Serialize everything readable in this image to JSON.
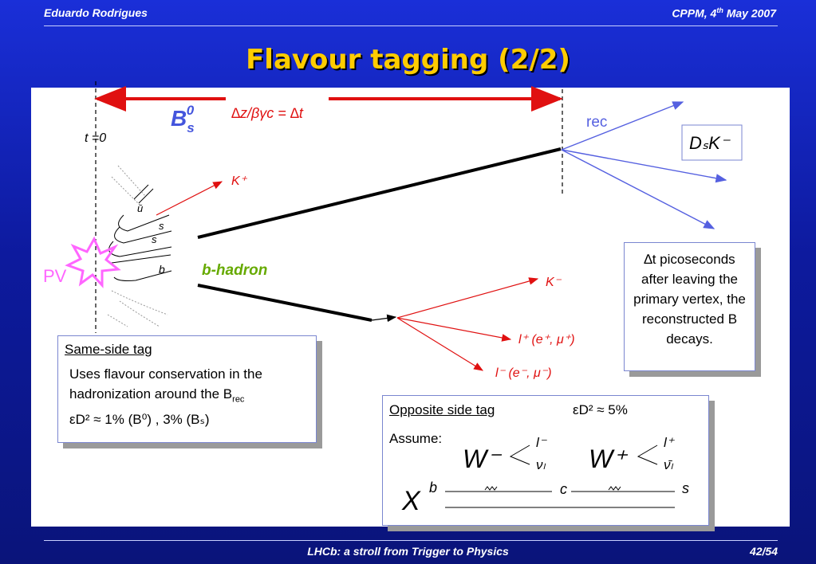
{
  "header": {
    "author": "Eduardo Rodrigues",
    "venue_prefix": "CPPM, 4",
    "venue_sup": "th",
    "venue_suffix": " May 2007"
  },
  "title": "Flavour tagging (2/2)",
  "diagram": {
    "bs_label": "B",
    "bs_sub": "s",
    "bs_sup": "0",
    "dz_label": "∆z/βγc = ∆t",
    "t0_label": "t =0",
    "rec_label": "rec",
    "ds_k_label": "DₛK⁻",
    "kplus_label": "K⁺",
    "quark_labels": [
      "ū",
      "s",
      "s",
      "b"
    ],
    "pv_label": "PV",
    "bhadron_label": "b-hadron",
    "kminus_label": "K⁻",
    "lplus_label": "l⁺ (e⁺, μ⁺)",
    "lminus_label": "l⁻ (e⁻, μ⁻)"
  },
  "same_side": {
    "heading": "Same-side tag",
    "line1": "Uses flavour conservation in the",
    "line2_pre": "hadronization around the B",
    "line2_sub": "rec",
    "line3": "εD² ≈ 1% (B⁰) , 3% (Bₛ)"
  },
  "dt_box": {
    "text": "∆t picoseconds after leaving the primary vertex, the reconstructed B decays."
  },
  "opposite": {
    "heading": "Opposite side tag",
    "eff": "εD² ≈ 5%",
    "assume": "Assume:",
    "feynman": {
      "X": "X",
      "b": "b",
      "c": "c",
      "s": "s",
      "W1": "W⁻",
      "W2": "W⁺",
      "l1": "l⁻",
      "nu1": "νₗ",
      "l2": "l⁺",
      "nu2": "ν̄ₗ"
    }
  },
  "footer": {
    "center": "LHCb: a stroll from Trigger to Physics",
    "page": "42/54"
  },
  "colors": {
    "title": "#ffcc00",
    "red": "#e01010",
    "blue_arrow": "#5560e0",
    "green": "#66aa00"
  }
}
